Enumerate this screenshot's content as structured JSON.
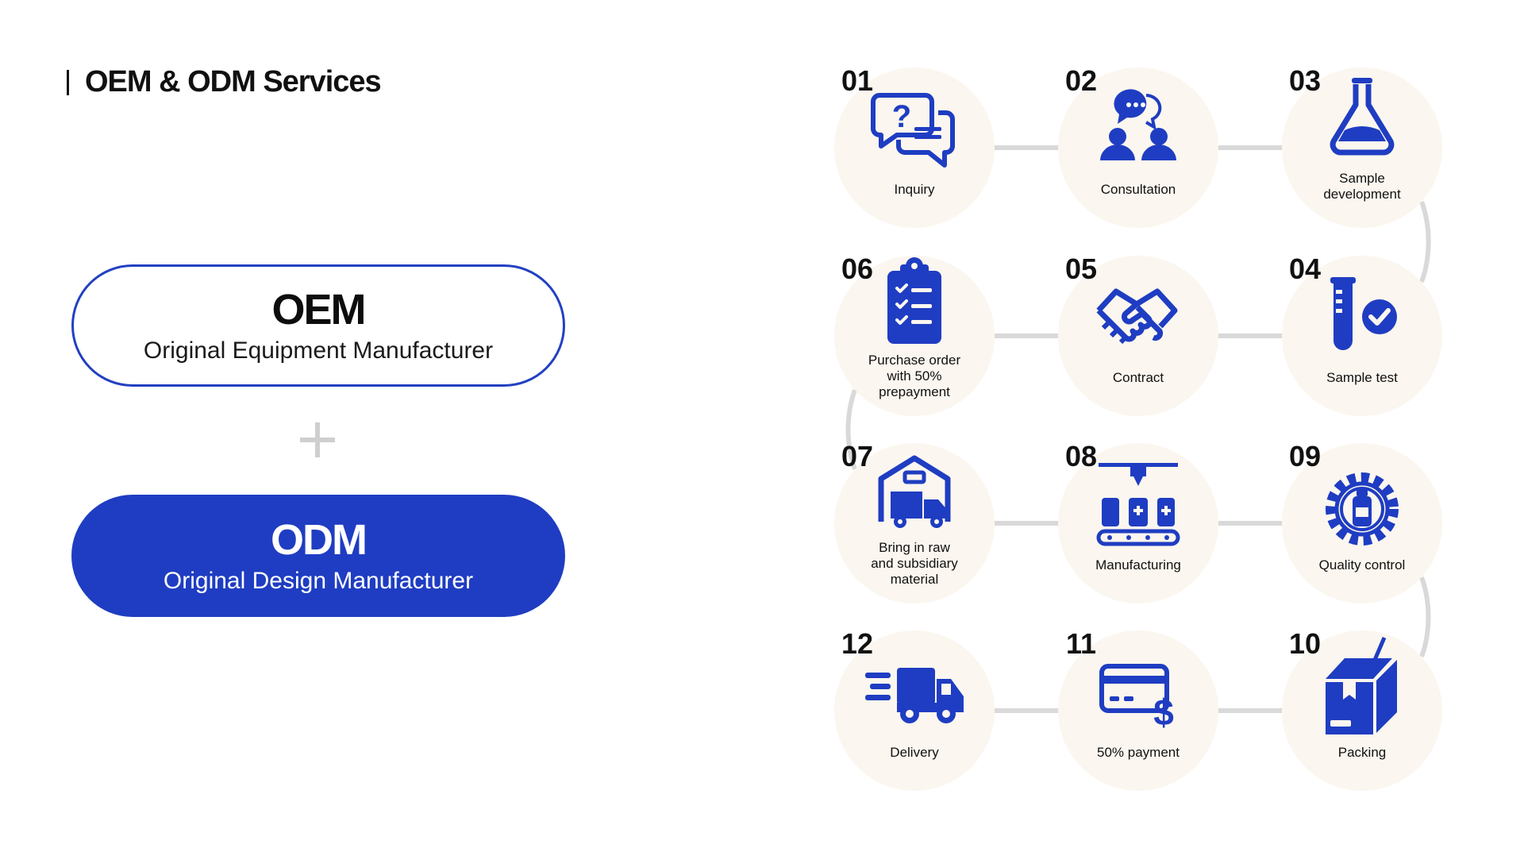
{
  "title": "OEM & ODM Services",
  "oem": {
    "abbr": "OEM",
    "full": "Original Equipment Manufacturer"
  },
  "odm": {
    "abbr": "ODM",
    "full": "Original Design Manufacturer"
  },
  "colors": {
    "accent": "#1f3dc2",
    "circle": "#fbf6ef",
    "connector": "#d9d9d9"
  },
  "steps": [
    {
      "num": "01",
      "label": [
        "Inquiry"
      ],
      "icon": "inquiry-icon"
    },
    {
      "num": "02",
      "label": [
        "Consultation"
      ],
      "icon": "consultation-icon"
    },
    {
      "num": "03",
      "label": [
        "Sample",
        "development"
      ],
      "icon": "flask-icon"
    },
    {
      "num": "04",
      "label": [
        "Sample test"
      ],
      "icon": "test-tube-check-icon"
    },
    {
      "num": "05",
      "label": [
        "Contract"
      ],
      "icon": "handshake-icon"
    },
    {
      "num": "06",
      "label": [
        "Purchase order",
        "with 50%",
        "prepayment"
      ],
      "icon": "clipboard-checklist-icon"
    },
    {
      "num": "07",
      "label": [
        "Bring in raw",
        "and subsidiary",
        "material"
      ],
      "icon": "warehouse-truck-icon"
    },
    {
      "num": "08",
      "label": [
        "Manufacturing"
      ],
      "icon": "production-line-icon"
    },
    {
      "num": "09",
      "label": [
        "Quality control"
      ],
      "icon": "quality-gear-icon"
    },
    {
      "num": "10",
      "label": [
        "Packing"
      ],
      "icon": "package-box-icon"
    },
    {
      "num": "11",
      "label": [
        "50% payment"
      ],
      "icon": "card-payment-icon"
    },
    {
      "num": "12",
      "label": [
        "Delivery"
      ],
      "icon": "delivery-truck-icon"
    }
  ]
}
